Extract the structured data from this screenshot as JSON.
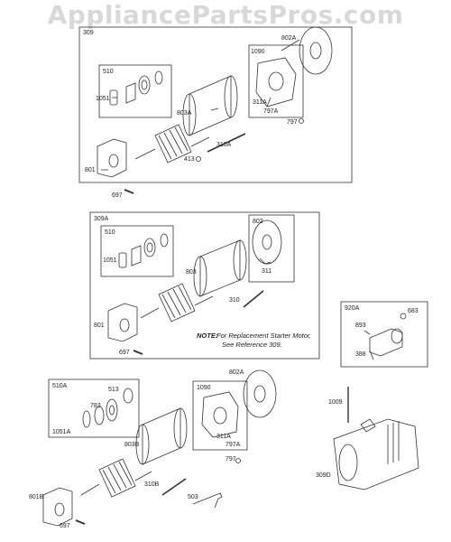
{
  "watermark": "AppliancePartsPros.com",
  "assembly1": {
    "frame_label": "309",
    "labels": {
      "l510": "510",
      "l1051": "1051",
      "l803A": "803A",
      "l1090": "1090",
      "l802A": "802A",
      "l311A": "311A",
      "l797A": "797A",
      "l797": "797",
      "l310A": "310A",
      "l801": "801",
      "l413": "413",
      "l697": "697"
    }
  },
  "assembly2": {
    "frame_label": "309A",
    "labels": {
      "l510": "510",
      "l1051": "1051",
      "l803": "803",
      "l802": "802",
      "l311": "311",
      "l310": "310",
      "l801": "801",
      "l697": "697"
    },
    "note_bold": "NOTE:",
    "note_line1": "For Replacement Starter Motor,",
    "note_line2": "See Reference 309."
  },
  "solenoid": {
    "labels": {
      "l920A": "920A",
      "l683": "683",
      "l893": "893",
      "l388": "388"
    }
  },
  "assembly3": {
    "labels": {
      "l510A": "510A",
      "l513": "513",
      "l783": "783",
      "l1051A": "1051A",
      "l1090": "1090",
      "l802A": "802A",
      "l311A": "311A",
      "l797A": "797A",
      "l797": "797",
      "l803B": "803B",
      "l310B": "310B",
      "l503": "503",
      "l801B": "801B",
      "l697": "697",
      "l1009": "1009",
      "l309D": "309D"
    }
  }
}
